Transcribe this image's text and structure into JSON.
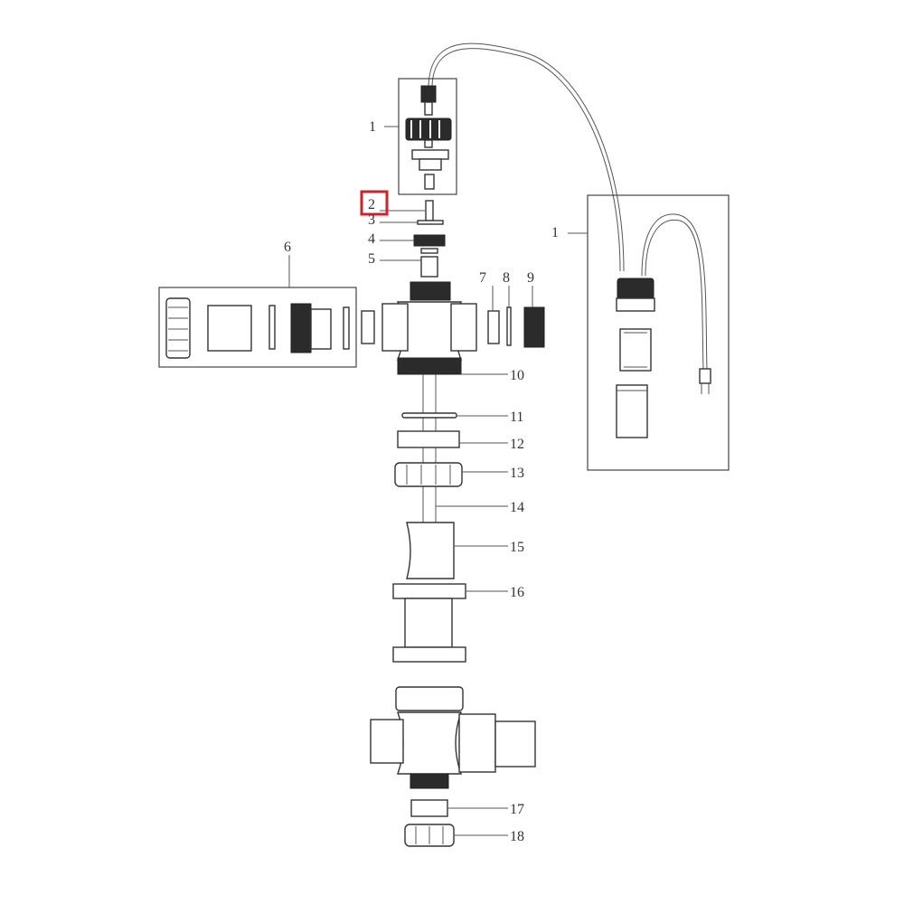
{
  "callouts": {
    "c1_left": "1",
    "c1_right": "1",
    "c2": "2",
    "c3": "3",
    "c4": "4",
    "c5": "5",
    "c6": "6",
    "c7": "7",
    "c8": "8",
    "c9": "9",
    "c10": "10",
    "c11": "11",
    "c12": "12",
    "c13": "13",
    "c14": "14",
    "c15": "15",
    "c16": "16",
    "c17": "17",
    "c18": "18"
  },
  "highlighted_callout": "2",
  "colors": {
    "highlight": "#d0202a",
    "line": "#333333",
    "fill": "#bdbdbd"
  }
}
